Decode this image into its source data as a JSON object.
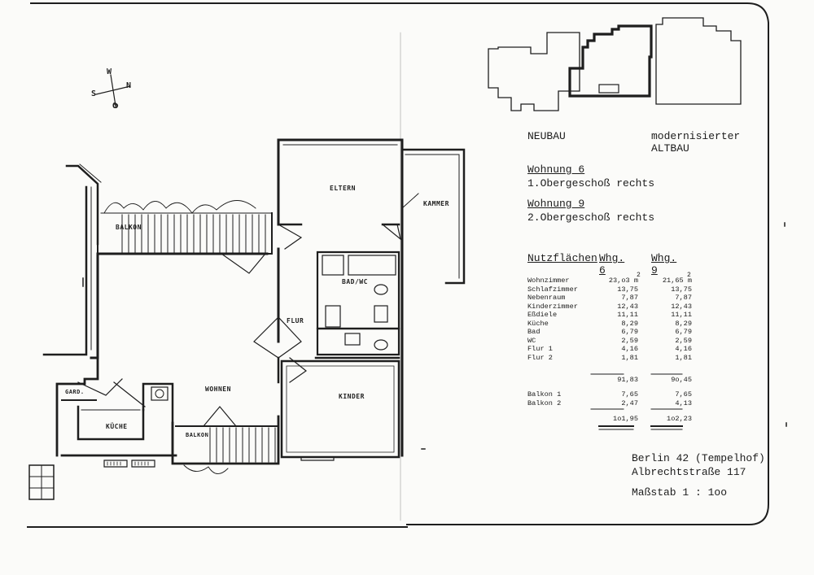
{
  "header": {
    "neubau": "NEUBAU",
    "altbau_line1": "modernisierter",
    "altbau_line2": "ALTBAU"
  },
  "apartments": [
    {
      "title": "Wohnung   6",
      "floor": "1.Obergeschoß rechts"
    },
    {
      "title": "Wohnung   9",
      "floor": "2.Obergeschoß rechts"
    }
  ],
  "table": {
    "heading": "Nutzflächen",
    "col1": "Whg. 6",
    "col2": "Whg. 9",
    "unit_sup": "2",
    "rows": [
      {
        "name": "Wohnzimmer",
        "w6": "23,o3 m",
        "w9": "21,65 m"
      },
      {
        "name": "Schlafzimmer",
        "w6": "13,75",
        "w9": "13,75"
      },
      {
        "name": "Nebenraum",
        "w6": "7,87",
        "w9": "7,87"
      },
      {
        "name": "Kinderzimmer",
        "w6": "12,43",
        "w9": "12,43"
      },
      {
        "name": "Eßdiele",
        "w6": "11,11",
        "w9": "11,11"
      },
      {
        "name": "Küche",
        "w6": "8,29",
        "w9": "8,29"
      },
      {
        "name": "Bad",
        "w6": "6,79",
        "w9": "6,79"
      },
      {
        "name": "WC",
        "w6": "2,59",
        "w9": "2,59"
      },
      {
        "name": "Flur 1",
        "w6": "4,16",
        "w9": "4,16"
      },
      {
        "name": "Flur 2",
        "w6": "1,81",
        "w9": "1,81"
      }
    ],
    "subtotal": {
      "w6": "91,83",
      "w9": "9o,45"
    },
    "balcony_rows": [
      {
        "name": "Balkon 1",
        "w6": "7,65",
        "w9": "7,65"
      },
      {
        "name": "Balkon 2",
        "w6": "2,47",
        "w9": "4,13"
      }
    ],
    "total": {
      "w6": "1o1,95",
      "w9": "1o2,23"
    }
  },
  "address": {
    "city": "Berlin 42 (Tempelhof)",
    "street": "Albrechtstraße 117",
    "scale": "Maßstab 1 : 1oo"
  },
  "rooms": {
    "eltern": "ELTERN",
    "kammer": "KAMMER",
    "balkon_top": "BALKON",
    "bad_wc": "BAD/WC",
    "flur": "FLUR",
    "kinder": "KINDER",
    "wohnen": "WOHNEN",
    "gard": "GARD.",
    "kueche": "KÜCHE",
    "balkon_bottom": "BALKON"
  },
  "compass": {
    "n": "N",
    "w": "W",
    "s": "S",
    "o": "O"
  }
}
